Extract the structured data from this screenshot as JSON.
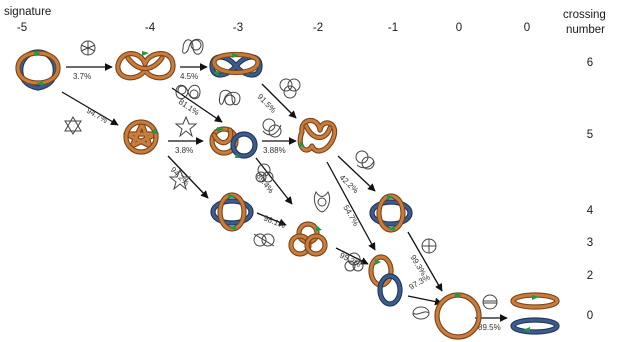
{
  "header": {
    "signature_label": "signature",
    "crossing_label_line1": "crossing",
    "crossing_label_line2": "number"
  },
  "signature_values": [
    "-5",
    "-4",
    "-3",
    "-2",
    "-1",
    "0",
    "0"
  ],
  "crossing_numbers": [
    "6",
    "5",
    "4",
    "3",
    "2",
    "0"
  ],
  "transitions": [
    {
      "id": "t1",
      "label": "3.7%"
    },
    {
      "id": "t2",
      "label": "4.5%"
    },
    {
      "id": "t3",
      "label": "94.7%"
    },
    {
      "id": "t4",
      "label": "81.1%"
    },
    {
      "id": "t5",
      "label": "91.5%"
    },
    {
      "id": "t6",
      "label": "3.8%"
    },
    {
      "id": "t7",
      "label": "3.88%"
    },
    {
      "id": "t8",
      "label": "94.2%"
    },
    {
      "id": "t9",
      "label": "89.4%"
    },
    {
      "id": "t10",
      "label": "42.2%"
    },
    {
      "id": "t11",
      "label": "54.7%"
    },
    {
      "id": "t12",
      "label": "98.1%"
    },
    {
      "id": "t13",
      "label": "95.2%"
    },
    {
      "id": "t14",
      "label": "99.3%"
    },
    {
      "id": "t15",
      "label": "97.3%"
    },
    {
      "id": "t16",
      "label": "89.5%"
    }
  ],
  "colors": {
    "rope_orange": "#c97c3d",
    "rope_blue": "#3d5c8e",
    "marker_green": "#1a9a4a",
    "arrow": "#111111"
  }
}
